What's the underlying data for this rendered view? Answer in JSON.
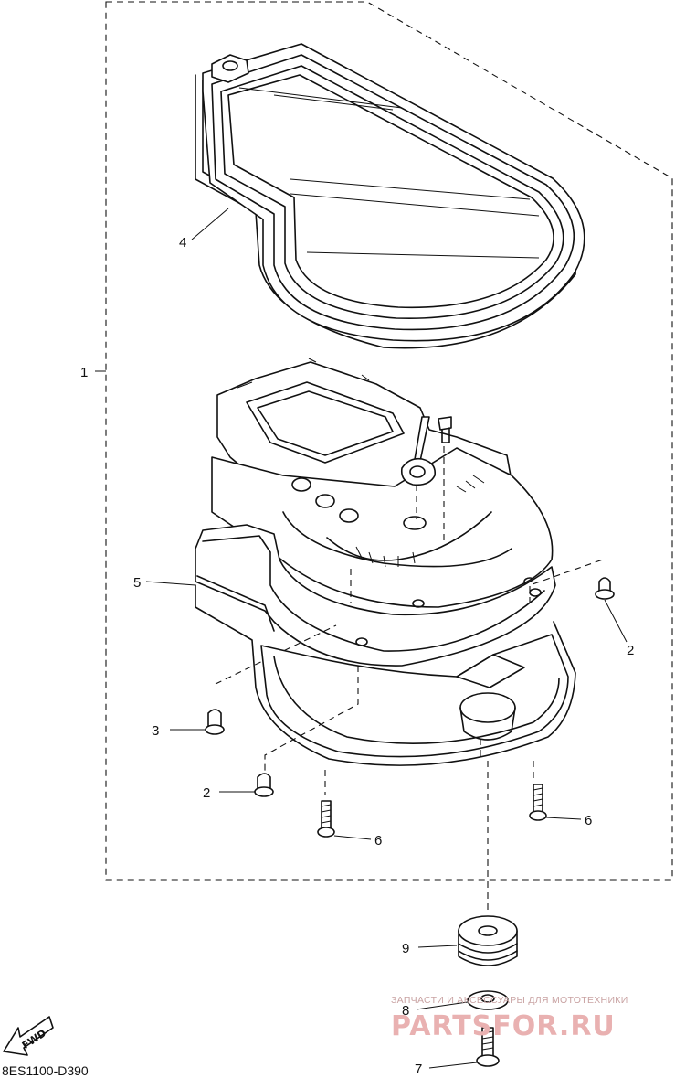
{
  "callouts": {
    "c1": "1",
    "c2a": "2",
    "c2b": "2",
    "c3": "3",
    "c4": "4",
    "c5": "5",
    "c6a": "6",
    "c6b": "6",
    "c7": "7",
    "c8": "8",
    "c9": "9"
  },
  "drawing_code": "8ES1100-D390",
  "fwd_label": "FWD",
  "watermark": {
    "tagline": "ЗАПЧАСТИ И АКСЕССУАРЫ ДЛЯ МОТОТЕХНИКИ",
    "brand": "PARTSFOR.RU"
  }
}
